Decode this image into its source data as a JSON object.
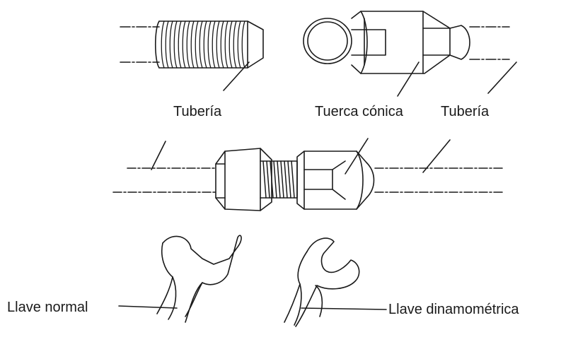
{
  "labels": {
    "pipe_left": "Tubería",
    "flare_nut": "Tuerca cónica",
    "pipe_right": "Tubería",
    "spanner": "Llave normal",
    "torque_wrench": "Llave dinamométrica"
  },
  "colors": {
    "ink": "#1a1a1a",
    "background": "#ffffff"
  }
}
